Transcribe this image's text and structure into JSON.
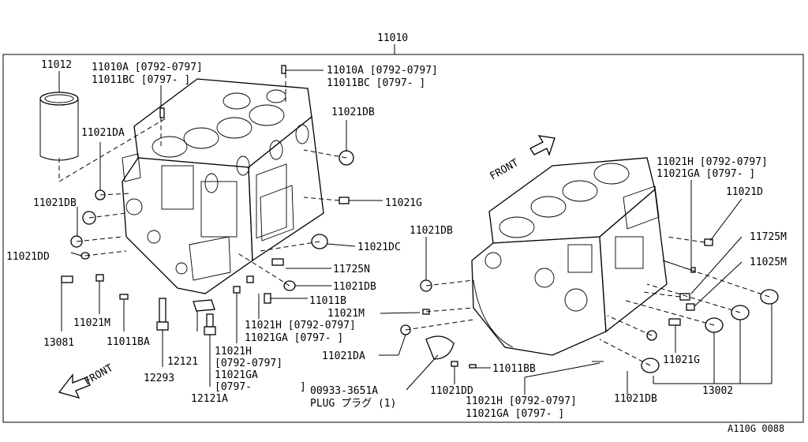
{
  "labels": {
    "top_assembly": "11010",
    "liner": "11012",
    "l_11010a_left": "11010A [0792-0797]",
    "l_11011bc_left": "11011BC [0797-      ]",
    "l_11010a_right": "11010A [0792-0797]",
    "l_11011bc_right": "11011BC [0797-      ]",
    "l_11021da_top": "11021DA",
    "l_11021db_top": "11021DB",
    "l_11021db_left": "11021DB",
    "l_11021dd_left": "11021DD",
    "l_11021g_mid": "11021G",
    "l_11021dc": "11021DC",
    "l_11725n": "11725N",
    "l_11021db_mid": "11021DB",
    "l_11011b": "11011B",
    "l_11021h_a": "11021H [0792-0797]",
    "l_11021ga_a": "11021GA [0797-      ]",
    "l_13081": "13081",
    "l_11021m_left": "11021M",
    "l_11011ba": "11011BA",
    "l_12293": "12293",
    "l_12121": "12121",
    "l_12121a": "12121A",
    "l_11021h_b1": "11021H",
    "l_11021h_b2": "[0792-0797]",
    "l_11021ga_b1": "11021GA",
    "l_11021ga_b2": "[0797-",
    "l_11021ga_b3": "]",
    "front_left": "FRONT",
    "front_right": "FRONT",
    "l_11021h_tr": "11021H [0792-0797]",
    "l_11021ga_tr": "11021GA [0797-      ]",
    "l_11021d": "11021D",
    "l_11725m": "11725M",
    "l_11025m": "11025M",
    "l_11021db_r": "11021DB",
    "l_11021m_r": "11021M",
    "l_11021da_r": "11021DA",
    "l_00933": "00933-3651A",
    "l_plug": "PLUG プラグ (1)",
    "l_11021dd_r": "11021DD",
    "l_11011bb": "11011BB",
    "l_11021h_bot": "11021H [0792-0797]",
    "l_11021ga_bot": "11021GA [0797-      ]",
    "l_11021db_bot": "11021DB",
    "l_11021g_r": "11021G",
    "l_13002": "13002",
    "diagram_code": "A110G 0088"
  }
}
